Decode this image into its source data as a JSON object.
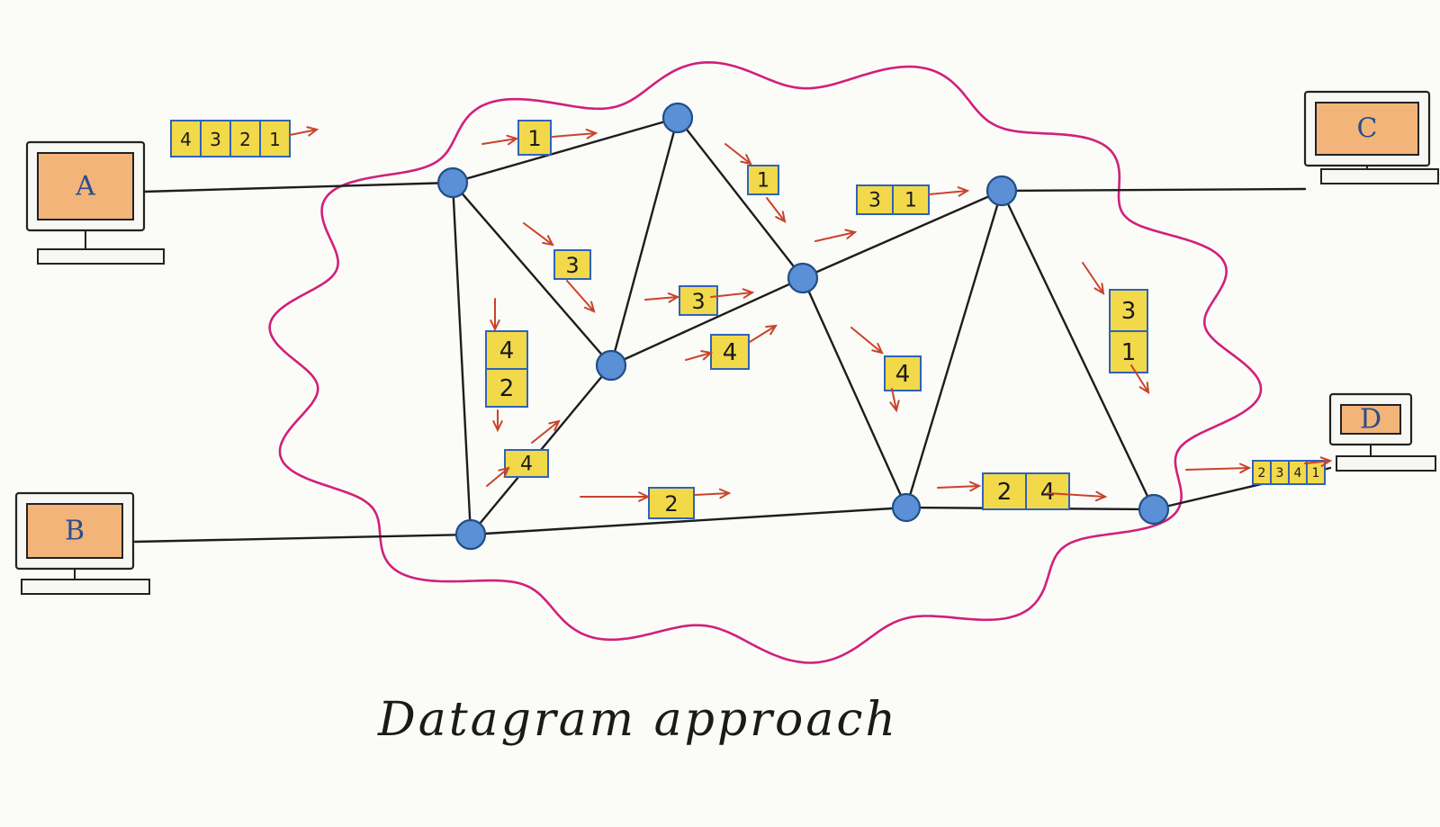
{
  "caption": "Datagram approach",
  "colors": {
    "cloud": "#d0207a",
    "node": "#5b8fd6",
    "packet_fill": "#f2d94a",
    "packet_border": "#2f63b8",
    "arrow": "#c9432b",
    "host_screen": "#f3b47a"
  },
  "hosts": [
    {
      "id": "A",
      "label": "A"
    },
    {
      "id": "B",
      "label": "B"
    },
    {
      "id": "C",
      "label": "C"
    },
    {
      "id": "D",
      "label": "D"
    }
  ],
  "routers": [
    "R1",
    "R2",
    "R3",
    "R4",
    "R5",
    "R6",
    "R7",
    "R8"
  ],
  "links": [
    [
      "A",
      "R1"
    ],
    [
      "B",
      "R3"
    ],
    [
      "C",
      "R6"
    ],
    [
      "D",
      "R8"
    ],
    [
      "R1",
      "R2"
    ],
    [
      "R1",
      "R4"
    ],
    [
      "R1",
      "R3"
    ],
    [
      "R2",
      "R4"
    ],
    [
      "R2",
      "R5"
    ],
    [
      "R3",
      "R4"
    ],
    [
      "R4",
      "R5"
    ],
    [
      "R5",
      "R6"
    ],
    [
      "R5",
      "R7"
    ],
    [
      "R3",
      "R7"
    ],
    [
      "R7",
      "R8"
    ],
    [
      "R6",
      "R7"
    ],
    [
      "R6",
      "R8"
    ]
  ],
  "packet_groups": [
    {
      "cells": [
        "4",
        "3",
        "2",
        "1"
      ],
      "note": "sent by A"
    },
    {
      "cells": [
        "1"
      ]
    },
    {
      "cells": [
        "1"
      ]
    },
    {
      "cells": [
        "3",
        "1"
      ]
    },
    {
      "cells": [
        "3"
      ]
    },
    {
      "cells": [
        "3"
      ]
    },
    {
      "cells": [
        "4",
        "2"
      ]
    },
    {
      "cells": [
        "4"
      ]
    },
    {
      "cells": [
        "4"
      ]
    },
    {
      "cells": [
        "4"
      ]
    },
    {
      "cells": [
        "2"
      ]
    },
    {
      "cells": [
        "2",
        "4"
      ]
    },
    {
      "cells": [
        "3",
        "1"
      ]
    },
    {
      "cells": [
        "2",
        "3",
        "4",
        "1"
      ],
      "note": "received at D"
    }
  ]
}
